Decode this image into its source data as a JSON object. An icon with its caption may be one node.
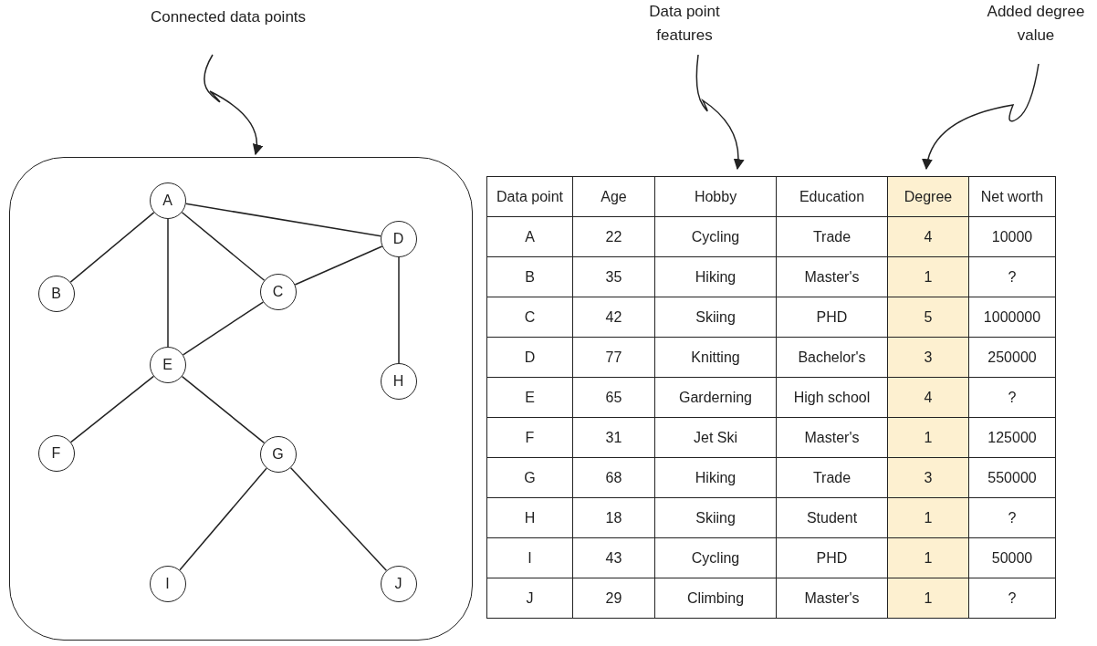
{
  "diagram": {
    "nodes": [
      {
        "text": [
          "Connected data points"
        ]
      },
      {
        "text": [
          "Data point features"
        ]
      },
      {
        "text": [
          "Added degree value"
        ]
      },
      {
        "text": [],
        "shape": "box"
      },
      {
        "text": [
          "A"
        ],
        "in": 3
      },
      {
        "text": [
          "B"
        ],
        "in": 3
      },
      {
        "text": [
          "C"
        ],
        "in": 3
      },
      {
        "text": [
          "D"
        ],
        "in": 3
      },
      {
        "text": [
          "E"
        ],
        "in": 3
      },
      {
        "text": [
          "F"
        ],
        "in": 3
      },
      {
        "text": [
          "G"
        ],
        "in": 3
      },
      {
        "text": [
          "H"
        ],
        "in": 3
      },
      {
        "text": [
          "I"
        ],
        "in": 3
      },
      {
        "text": [
          "J"
        ],
        "in": 3
      }
    ],
    "edges": [
      {
        "from": 0,
        "to": 3,
        "arrow": "to"
      },
      {
        "from": 1,
        "to": null,
        "arrow": "to"
      },
      {
        "from": 2,
        "to": null,
        "arrow": "to"
      },
      {
        "from": 4,
        "to": 5,
        "arrow": "none"
      },
      {
        "from": 4,
        "to": 8,
        "arrow": "none"
      },
      {
        "from": 4,
        "to": 6,
        "arrow": "none"
      },
      {
        "from": 4,
        "to": 7,
        "arrow": "none"
      },
      {
        "from": 6,
        "to": 7,
        "arrow": "none"
      },
      {
        "from": 6,
        "to": 8,
        "arrow": "none"
      },
      {
        "from": 7,
        "to": 11,
        "arrow": "none"
      },
      {
        "from": 8,
        "to": 9,
        "arrow": "none"
      },
      {
        "from": 8,
        "to": 10,
        "arrow": "none"
      },
      {
        "from": 10,
        "to": 12,
        "arrow": "none"
      },
      {
        "from": 10,
        "to": 13,
        "arrow": "none"
      }
    ],
    "labels": [
      "Data point",
      "Age",
      "Hobby",
      "Education",
      "Degree",
      "Net worth",
      "A",
      "22",
      "Cycling",
      "Trade",
      "4",
      "10000",
      "B",
      "35",
      "Hiking",
      "Master's",
      "1",
      "?",
      "C",
      "42",
      "Skiing",
      "PHD",
      "5",
      "1000000",
      "D",
      "77",
      "Knitting",
      "Bachelor's",
      "3",
      "250000",
      "E",
      "65",
      "Garderning",
      "High school",
      "4",
      "?",
      "F",
      "31",
      "Jet Ski",
      "Master's",
      "1",
      "125000",
      "G",
      "68",
      "Hiking",
      "Trade",
      "3",
      "550000",
      "H",
      "18",
      "Skiing",
      "Student",
      "1",
      "?",
      "I",
      "43",
      "Cycling",
      "PHD",
      "1",
      "50000",
      "J",
      "29",
      "Climbing",
      "Master's",
      "1",
      "?"
    ]
  }
}
